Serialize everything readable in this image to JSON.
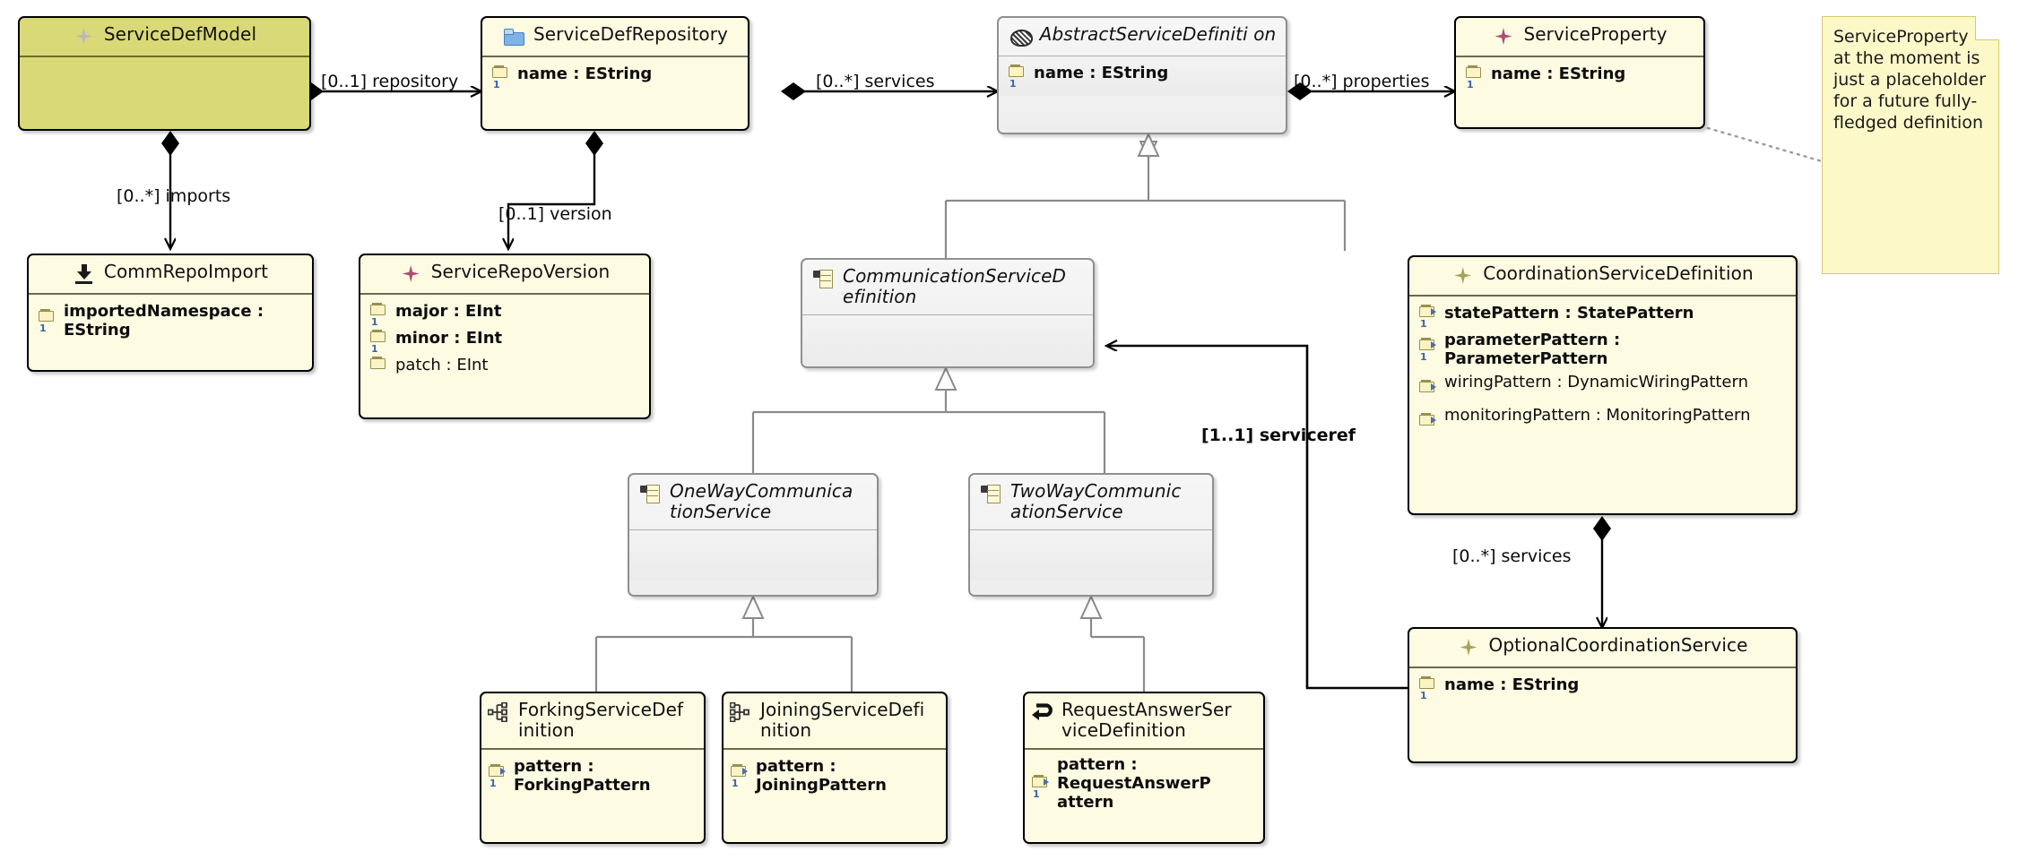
{
  "diagram": {
    "title": "ServiceDefModel Ecore class diagram",
    "accent_selected": "#d9d978",
    "accent_class_fill": "#fdfbe2",
    "accent_abstract_fill": "#f2f2f2",
    "accent_note_fill": "#fcf8c8"
  },
  "classes": [
    {
      "id": "service-def-model",
      "name": "ServiceDefModel",
      "icon": "star4-grey-icon",
      "abstract": false,
      "selected": true,
      "attributes": []
    },
    {
      "id": "service-def-repository",
      "name": "ServiceDefRepository",
      "icon": "folder-icon",
      "abstract": false,
      "selected": false,
      "attributes": [
        {
          "text": "name : EString",
          "icon": "attribute-icon",
          "card": "1",
          "required": true
        }
      ]
    },
    {
      "id": "abstract-service-definition",
      "name": "AbstractServiceDefiniti on",
      "icon": "abstract-hatch-icon",
      "abstract": true,
      "selected": false,
      "attributes": [
        {
          "text": "name : EString",
          "icon": "attribute-icon",
          "card": "1",
          "required": true
        }
      ]
    },
    {
      "id": "service-property",
      "name": "ServiceProperty",
      "icon": "star4-pink-icon",
      "abstract": false,
      "selected": false,
      "attributes": [
        {
          "text": "name : EString",
          "icon": "attribute-icon",
          "card": "1",
          "required": true
        }
      ]
    },
    {
      "id": "comm-repo-import",
      "name": "CommRepoImport",
      "icon": "download-icon",
      "abstract": false,
      "selected": false,
      "attributes": [
        {
          "text": "importedNamespace : EString",
          "icon": "attribute-icon",
          "card": "1",
          "required": true
        }
      ]
    },
    {
      "id": "service-repo-version",
      "name": "ServiceRepoVersion",
      "icon": "star4-pink-icon",
      "abstract": false,
      "selected": false,
      "attributes": [
        {
          "text": "major : EInt",
          "icon": "attribute-icon",
          "card": "1",
          "required": true
        },
        {
          "text": "minor : EInt",
          "icon": "attribute-icon",
          "card": "1",
          "required": true
        },
        {
          "text": "patch : EInt",
          "icon": "attribute-icon",
          "card": "",
          "required": false
        }
      ]
    },
    {
      "id": "communication-service-definition",
      "name": "CommunicationServiceD efinition",
      "icon": "table-icon",
      "abstract": true,
      "selected": false,
      "attributes": []
    },
    {
      "id": "coordination-service-definition",
      "name": "CoordinationServiceDefinition",
      "icon": "star4-olive-icon",
      "abstract": false,
      "selected": false,
      "attributes": [
        {
          "text": "statePattern : StatePattern",
          "icon": "reference-icon",
          "card": "1",
          "required": true
        },
        {
          "text": "parameterPattern : ParameterPattern",
          "icon": "reference-icon",
          "card": "1",
          "required": true
        },
        {
          "text": "wiringPattern : DynamicWiringPattern",
          "icon": "reference-icon",
          "card": "",
          "required": false
        },
        {
          "text": "monitoringPattern : MonitoringPattern",
          "icon": "reference-icon",
          "card": "",
          "required": false
        }
      ]
    },
    {
      "id": "optional-coordination-service",
      "name": "OptionalCoordinationService",
      "icon": "star4-olive-icon",
      "abstract": false,
      "selected": false,
      "attributes": [
        {
          "text": "name : EString",
          "icon": "attribute-icon",
          "card": "1",
          "required": true
        }
      ]
    },
    {
      "id": "one-way-communication-service",
      "name": "OneWayCommunica tionService",
      "icon": "table-icon",
      "abstract": true,
      "selected": false,
      "attributes": []
    },
    {
      "id": "two-way-communication-service",
      "name": "TwoWayCommunic ationService",
      "icon": "table-icon",
      "abstract": true,
      "selected": false,
      "attributes": []
    },
    {
      "id": "forking-service-definition",
      "name": "ForkingServiceDef inition",
      "icon": "forking-tree-icon",
      "abstract": false,
      "selected": false,
      "attributes": [
        {
          "text": "pattern : ForkingPattern",
          "icon": "reference-icon",
          "card": "1",
          "required": true
        }
      ]
    },
    {
      "id": "joining-service-definition",
      "name": "JoiningServiceDefi nition",
      "icon": "joining-tree-icon",
      "abstract": false,
      "selected": false,
      "attributes": [
        {
          "text": "pattern : JoiningPattern",
          "icon": "reference-icon",
          "card": "1",
          "required": true
        }
      ]
    },
    {
      "id": "request-answer-service-definition",
      "name": "RequestAnswerSer viceDefinition",
      "icon": "loop-arrow-icon",
      "abstract": false,
      "selected": false,
      "attributes": [
        {
          "text": "pattern : RequestAnswerP attern",
          "icon": "reference-icon",
          "card": "1",
          "required": true
        }
      ]
    }
  ],
  "associations": [
    {
      "id": "repository",
      "label": "[0..1] repository",
      "from": "service-def-model",
      "to": "service-def-repository",
      "kind": "composition"
    },
    {
      "id": "services-repo",
      "label": "[0..*] services",
      "from": "service-def-repository",
      "to": "abstract-service-definition",
      "kind": "composition"
    },
    {
      "id": "properties",
      "label": "[0..*] properties",
      "from": "abstract-service-definition",
      "to": "service-property",
      "kind": "composition"
    },
    {
      "id": "imports",
      "label": "[0..*] imports",
      "from": "service-def-model",
      "to": "comm-repo-import",
      "kind": "composition"
    },
    {
      "id": "version",
      "label": "[0..1] version",
      "from": "service-def-repository",
      "to": "service-repo-version",
      "kind": "composition"
    },
    {
      "id": "serviceref",
      "label": "[1..1] serviceref",
      "from": "optional-coordination-service",
      "to": "communication-service-definition",
      "kind": "reference",
      "bold": true
    },
    {
      "id": "services-coord",
      "label": "[0..*] services",
      "from": "coordination-service-definition",
      "to": "optional-coordination-service",
      "kind": "composition"
    }
  ],
  "generalizations": [
    {
      "from": "communication-service-definition",
      "to": "abstract-service-definition"
    },
    {
      "from": "coordination-service-definition",
      "to": "abstract-service-definition"
    },
    {
      "from": "one-way-communication-service",
      "to": "communication-service-definition"
    },
    {
      "from": "two-way-communication-service",
      "to": "communication-service-definition"
    },
    {
      "from": "forking-service-definition",
      "to": "one-way-communication-service"
    },
    {
      "from": "joining-service-definition",
      "to": "one-way-communication-service"
    },
    {
      "from": "request-answer-service-definition",
      "to": "two-way-communication-service"
    }
  ],
  "note": {
    "id": "service-property-note",
    "text": "ServiceProperty at the moment is just a placeholder for a future fully-fledged definition",
    "attached_to": "service-property"
  }
}
